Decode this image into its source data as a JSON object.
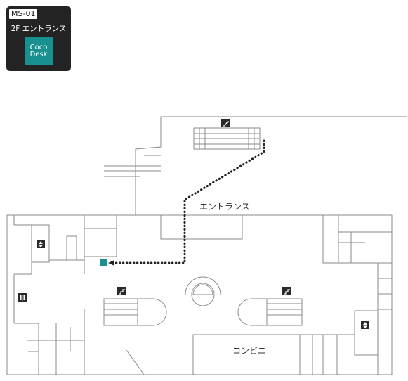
{
  "location_card": {
    "id_badge": "MS-01",
    "location_text": "2F エントランス",
    "logo_text": "Coco\nDesk",
    "logo_color": "#17918f",
    "card_color": "#232323"
  },
  "map": {
    "labels": {
      "entrance": "エントランス",
      "convenience_store": "コンビニ"
    },
    "route_color": "#222222",
    "destination_marker_color": "#17918f",
    "icons": [
      "escalator-icon",
      "stairs-icon",
      "elevator-icon",
      "restroom-icon",
      "camera-dome-icon"
    ]
  }
}
